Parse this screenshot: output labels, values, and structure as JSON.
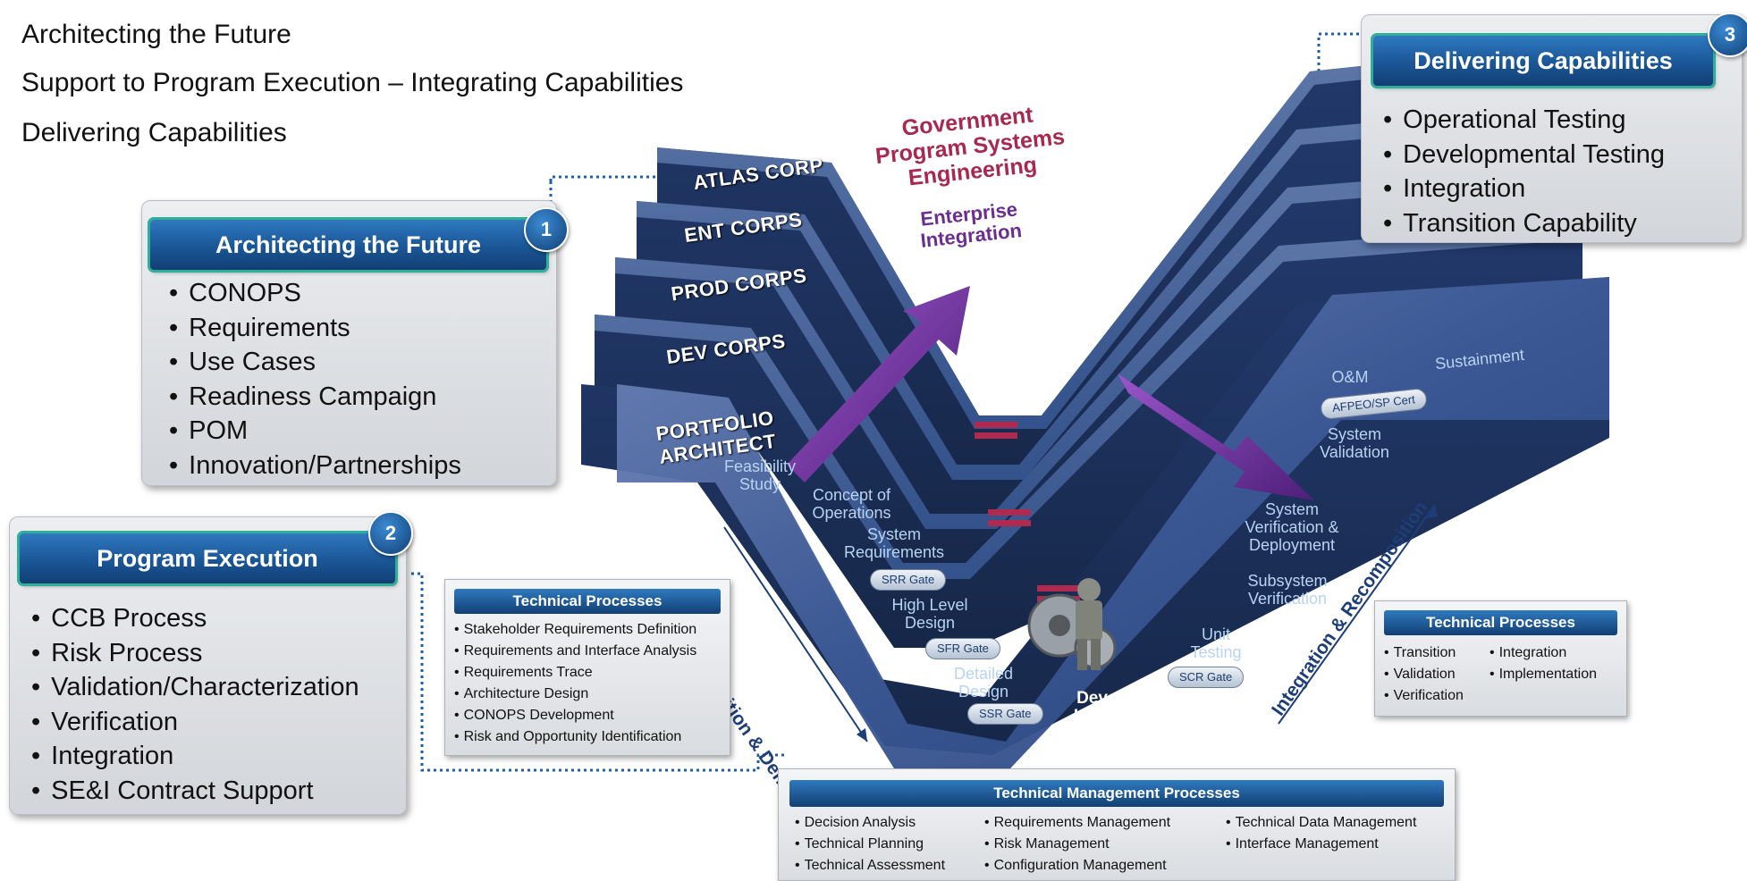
{
  "intro_lines": [
    "Architecting the Future",
    "Support to Program Execution – Integrating Capabilities",
    "Delivering Capabilities"
  ],
  "panels": {
    "architecting": {
      "title": "Architecting the Future",
      "badge": "1",
      "items": [
        "CONOPS",
        "Requirements",
        "Use Cases",
        "Readiness Campaign",
        "POM",
        "Innovation/Partnerships"
      ]
    },
    "program_execution": {
      "title": "Program Execution",
      "badge": "2",
      "items": [
        "CCB Process",
        "Risk Process",
        "Validation/Characterization",
        "Verification",
        "Integration",
        "SE&I Contract Support"
      ]
    },
    "delivering": {
      "title": "Delivering Capabilities",
      "badge": "3",
      "items": [
        "Operational Testing",
        "Developmental Testing",
        "Integration",
        "Transition Capability"
      ]
    }
  },
  "tech_left": {
    "title": "Technical Processes",
    "items": [
      "Stakeholder Requirements Definition",
      "Requirements and Interface Analysis",
      "Requirements Trace",
      "Architecture Design",
      "CONOPS Development",
      "Risk and Opportunity Identification"
    ]
  },
  "tech_right": {
    "title": "Technical Processes",
    "col1": [
      "Transition",
      "Validation",
      "Verification"
    ],
    "col2": [
      "Integration",
      "Implementation"
    ]
  },
  "tech_mgmt": {
    "title": "Technical Management Processes",
    "col1": [
      "Decision Analysis",
      "Technical Planning",
      "Technical Assessment"
    ],
    "col2": [
      "Requirements Management",
      "Risk Management",
      "Configuration Management"
    ],
    "col3": [
      "Technical Data Management",
      "Interface Management"
    ]
  },
  "diagram": {
    "corps": [
      "ATLAS CORP",
      "ENT CORPS",
      "PROD CORPS",
      "DEV CORPS",
      "PORTFOLIO ARCHITECT"
    ],
    "government_label": "Government Program Systems Engineering",
    "enterprise_label": "Enterprise Integration",
    "stages": {
      "feasibility": "Feasibility Study",
      "conops": "Concept of Operations",
      "sysreq": "System Requirements",
      "hld": "High Level Design",
      "detailed": "Detailed Design",
      "developer": "Developer Integration",
      "unit": "Unit Testing",
      "subsystem": "Subsystem Verification",
      "sysver": "System Verification & Deployment",
      "sysval": "System Validation",
      "om": "O&M",
      "sustainment": "Sustainment"
    },
    "gates": {
      "srr": "SRR Gate",
      "sfr": "SFR Gate",
      "ssr": "SSR Gate",
      "scr": "SCR Gate",
      "afpeo": "AFPEO/SP Cert"
    },
    "left_axis": "Decomposition & Definition",
    "right_axis": "Integration & Recomposition"
  },
  "colors": {
    "header_blue": "#1a5696",
    "accent_teal": "#2fae9a",
    "gov_red": "#a8284f",
    "enterprise_purple": "#6b2d92",
    "v_blue": "#2b4a8c"
  }
}
